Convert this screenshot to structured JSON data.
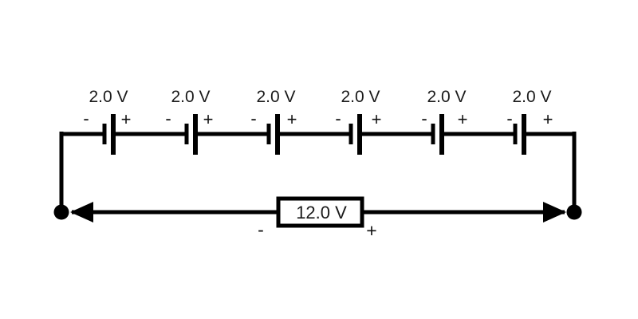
{
  "diagram": {
    "title": "series-battery-circuit",
    "background_color": "#ffffff",
    "line_color": "#000000"
  },
  "battery_chain": {
    "cells": [
      {
        "voltage_label": "2.0 V",
        "negative_sign": "-",
        "positive_sign": "+"
      },
      {
        "voltage_label": "2.0 V",
        "negative_sign": "-",
        "positive_sign": "+"
      },
      {
        "voltage_label": "2.0 V",
        "negative_sign": "-",
        "positive_sign": "+"
      },
      {
        "voltage_label": "2.0 V",
        "negative_sign": "-",
        "positive_sign": "+"
      },
      {
        "voltage_label": "2.0 V",
        "negative_sign": "-",
        "positive_sign": "+"
      },
      {
        "voltage_label": "2.0 V",
        "negative_sign": "-",
        "positive_sign": "+"
      }
    ]
  },
  "load": {
    "voltage_label": "12.0 V",
    "negative_sign": "-",
    "positive_sign": "+"
  }
}
